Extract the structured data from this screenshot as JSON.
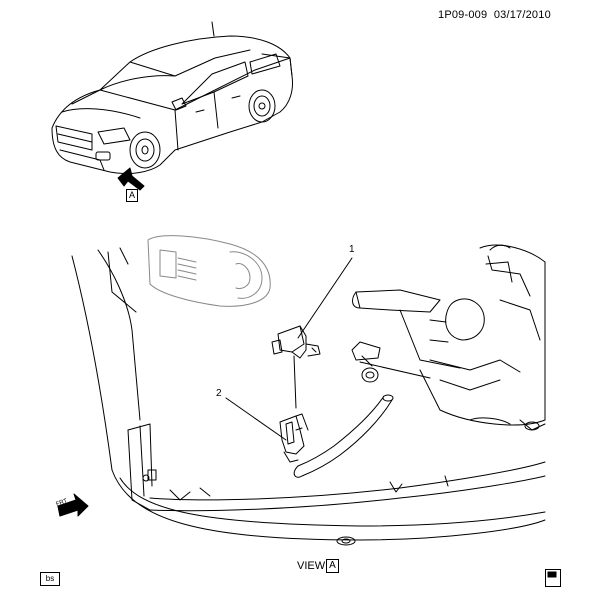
{
  "doc_id": "1P09-009",
  "doc_date": "03/17/2010",
  "view_label": "VIEW",
  "view_letter": "A",
  "arrow_letter": "A",
  "callouts": [
    "1",
    "2"
  ],
  "bs_tag": "bs",
  "frt_label": "FRT",
  "icons": [
    "vehicle-icon",
    "front-arrow-icon",
    "view-arrow-icon",
    "parts-table-icon"
  ],
  "colors": {
    "line": "#000000",
    "background": "#ffffff"
  }
}
